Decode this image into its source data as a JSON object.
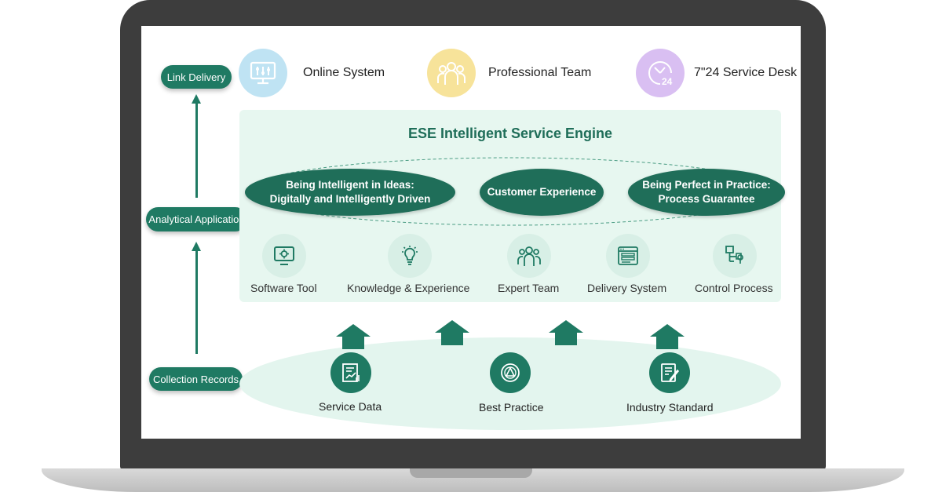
{
  "left_flow": {
    "top": "Link Delivery",
    "middle": "Analytical Application",
    "bottom": "Collection Records"
  },
  "top_row": [
    {
      "label": "Online System",
      "icon": "monitor-sliders-icon",
      "color": "#bfe3f3"
    },
    {
      "label": "Professional Team",
      "icon": "team-icon",
      "color": "#f7e39a"
    },
    {
      "label": "7\"24 Service Desk",
      "icon": "clock-24-icon",
      "color": "#d9bff2"
    }
  ],
  "engine": {
    "title": "ESE Intelligent Service Engine",
    "ovals": [
      {
        "line1": "Being Intelligent in Ideas:",
        "line2": "Digitally and Intelligently Driven"
      },
      {
        "line1": "Customer Experience",
        "line2": ""
      },
      {
        "line1": "Being Perfect in Practice:",
        "line2": "Process Guarantee"
      }
    ],
    "capabilities": [
      {
        "label": "Software Tool",
        "icon": "software-tool-icon"
      },
      {
        "label": "Knowledge & Experience",
        "icon": "lightbulb-icon"
      },
      {
        "label": "Expert Team",
        "icon": "expert-team-icon"
      },
      {
        "label": "Delivery System",
        "icon": "delivery-system-icon"
      },
      {
        "label": "Control Process",
        "icon": "control-process-icon"
      }
    ]
  },
  "foundation": [
    {
      "label": "Service Data",
      "icon": "service-data-icon"
    },
    {
      "label": "Best Practice",
      "icon": "best-practice-icon"
    },
    {
      "label": "Industry Standard",
      "icon": "industry-standard-icon"
    }
  ],
  "colors": {
    "primary": "#1f7a63",
    "panel": "#e7f7f0",
    "laptop": "#3d3d3d"
  }
}
